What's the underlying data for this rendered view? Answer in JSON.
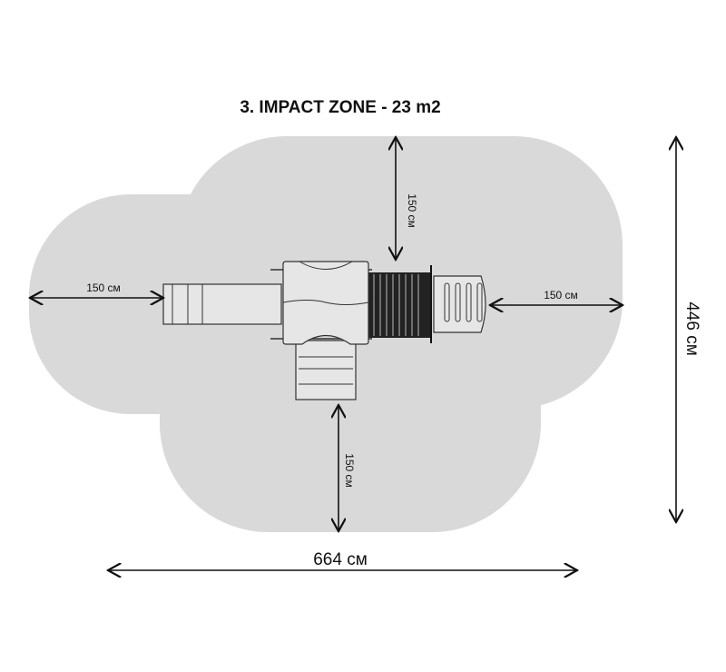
{
  "title": "3. IMPACT ZONE - 23 m2",
  "dimensions": {
    "top": "150 см",
    "left": "150 см",
    "right": "150 см",
    "bottom": "150 см",
    "width": "664 см",
    "height": "446 см"
  },
  "colors": {
    "zone": "#d9d9d9",
    "line": "#111111"
  }
}
